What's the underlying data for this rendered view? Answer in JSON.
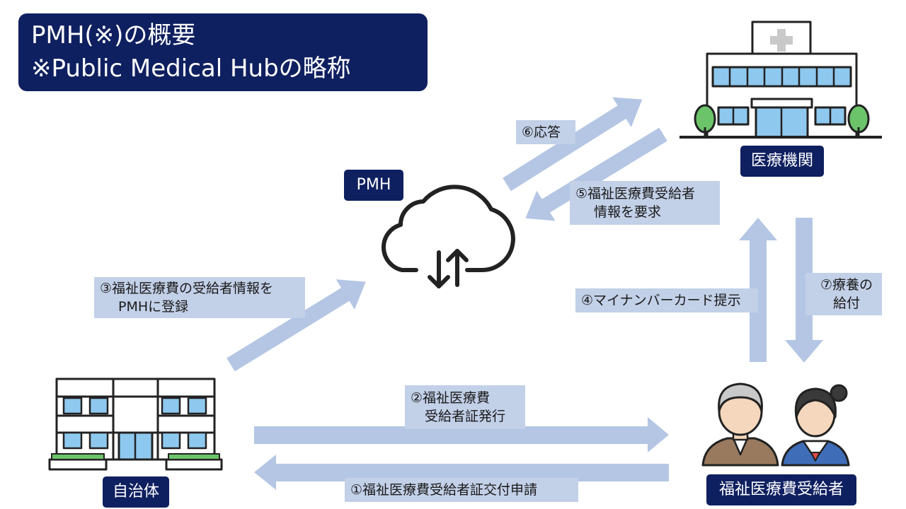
{
  "title": {
    "line1": "PMH(※)の概要",
    "line2": "※Public Medical Hubの略称"
  },
  "nodes": {
    "pmh": "PMH",
    "hospital": "医療機関",
    "municipality": "自治体",
    "recipient": "福祉医療費受給者"
  },
  "steps": {
    "s1": "①福祉医療費受給者証交付申請",
    "s2_line1": "②福祉医療費",
    "s2_line2": "受給者証発行",
    "s3_line1": "③福祉医療費の受給者情報を",
    "s3_line2": "PMHに登録",
    "s4": "④マイナンバーカード提示",
    "s5_line1": "⑤福祉医療費受給者",
    "s5_line2": "情報を要求",
    "s6": "⑥応答",
    "s7_line1": "⑦療養の",
    "s7_line2": "給付"
  },
  "colors": {
    "navy": "#0f2060",
    "arrow": "#b4c6e4",
    "step_box": "#c2d0e8",
    "building_window": "#8ec8ee",
    "tree": "#6cc46a"
  },
  "icons": [
    "cloud-sync-icon",
    "hospital-icon",
    "city-hall-icon",
    "recipients-icon"
  ]
}
